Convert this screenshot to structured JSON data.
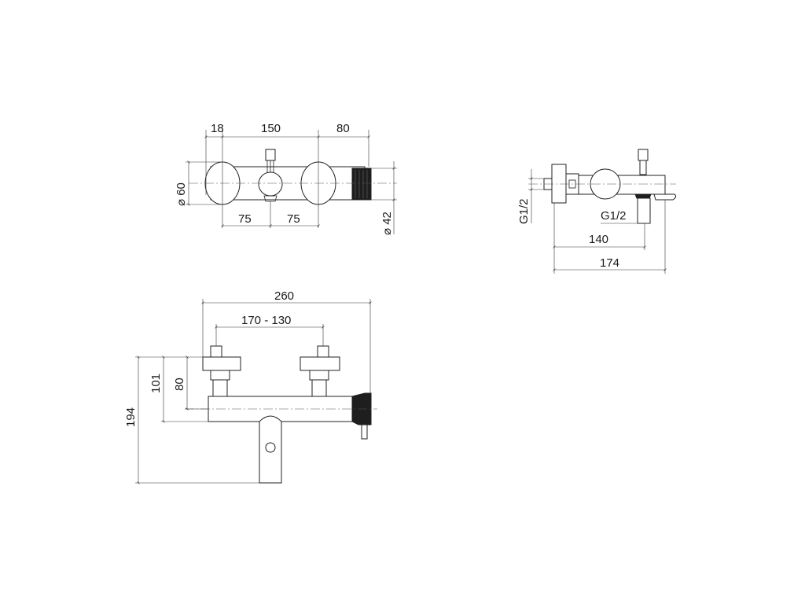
{
  "drawing": {
    "top_view": {
      "dims": {
        "d18": "18",
        "d150": "150",
        "d80": "80",
        "d75_left": "75",
        "d75_right": "75",
        "dia60": "⌀ 60",
        "dia42": "⌀ 42"
      }
    },
    "side_view": {
      "dims": {
        "thread_inlet": "G1/2",
        "thread_outlet": "G1/2",
        "d140": "140",
        "d174": "174"
      }
    },
    "front_view": {
      "dims": {
        "d260": "260",
        "d170_130": "170 - 130",
        "d80": "80",
        "d101": "101",
        "d194": "194"
      }
    }
  }
}
